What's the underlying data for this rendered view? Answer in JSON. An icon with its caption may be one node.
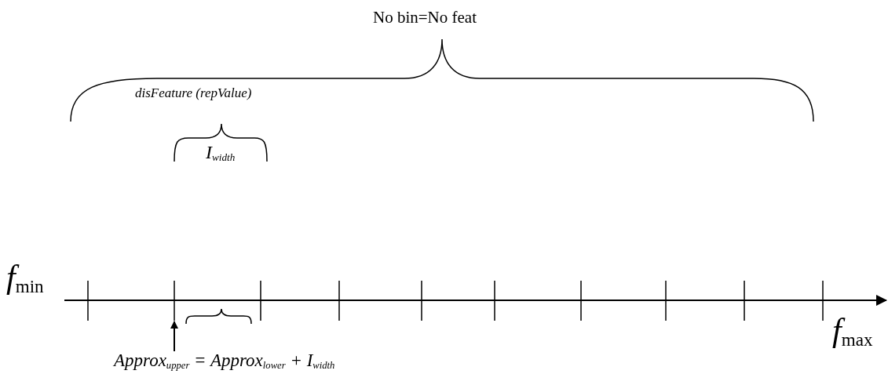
{
  "diagram": {
    "nodes": [
      {
        "text": [
          "Approx$_{upper}$ = Approx$_{lower}$ + I$_{width}$"
        ]
      },
      {
        "text": [],
        "shape": "bar"
      }
    ],
    "edges": [
      {
        "from": 0,
        "to": 1,
        "arrow": "to"
      }
    ],
    "labels": [
      "No bin=No feat",
      "disFeature (repValue)",
      "I$_{width}$",
      "f$_{min}$",
      "f$_{max}$"
    ]
  }
}
